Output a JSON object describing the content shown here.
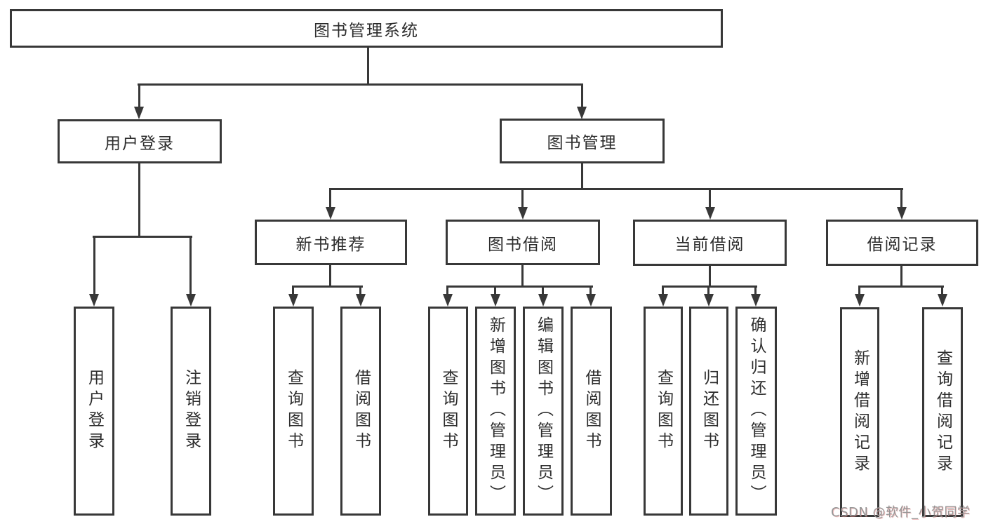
{
  "diagram": {
    "title": "图书管理系统",
    "watermark": "CSDN @软件_小贺同学",
    "colors": {
      "line": "#383838",
      "box_border": "#383838",
      "text": "#2d2d2d",
      "background": "#ffffff",
      "watermark": "#969696"
    },
    "nodes": {
      "root": {
        "label": "图书管理系统"
      },
      "user_login": {
        "label": "用户登录"
      },
      "book_mgmt": {
        "label": "图书管理"
      },
      "new_book_rec": {
        "label": "新书推荐"
      },
      "book_borrow": {
        "label": "图书借阅"
      },
      "current_borrow": {
        "label": "当前借阅"
      },
      "borrow_record": {
        "label": "借阅记录"
      },
      "leaf_user_login": {
        "label": "用户登录"
      },
      "leaf_logout": {
        "label": "注销登录"
      },
      "leaf_query_book_1": {
        "label": "查询图书"
      },
      "leaf_borrow_book_1": {
        "label": "借阅图书"
      },
      "leaf_query_book_2": {
        "label": "查询图书"
      },
      "leaf_add_book": {
        "label": "新增图书（管理员）"
      },
      "leaf_edit_book": {
        "label": "编辑图书（管理员）"
      },
      "leaf_borrow_book_2": {
        "label": "借阅图书"
      },
      "leaf_query_book_3": {
        "label": "查询图书"
      },
      "leaf_return_book": {
        "label": "归还图书"
      },
      "leaf_confirm_return": {
        "label": "确认归还（管理员）"
      },
      "leaf_add_record": {
        "label": "新增借阅记录"
      },
      "leaf_query_record": {
        "label": "查询借阅记录"
      }
    },
    "structure": {
      "root": "图书管理系统",
      "children": [
        {
          "label": "用户登录",
          "children": [
            "用户登录",
            "注销登录"
          ]
        },
        {
          "label": "图书管理",
          "children": [
            {
              "label": "新书推荐",
              "children": [
                "查询图书",
                "借阅图书"
              ]
            },
            {
              "label": "图书借阅",
              "children": [
                "查询图书",
                "新增图书（管理员）",
                "编辑图书（管理员）",
                "借阅图书"
              ]
            },
            {
              "label": "当前借阅",
              "children": [
                "查询图书",
                "归还图书",
                "确认归还（管理员）"
              ]
            },
            {
              "label": "借阅记录",
              "children": [
                "新增借阅记录",
                "查询借阅记录"
              ]
            }
          ]
        }
      ]
    }
  }
}
